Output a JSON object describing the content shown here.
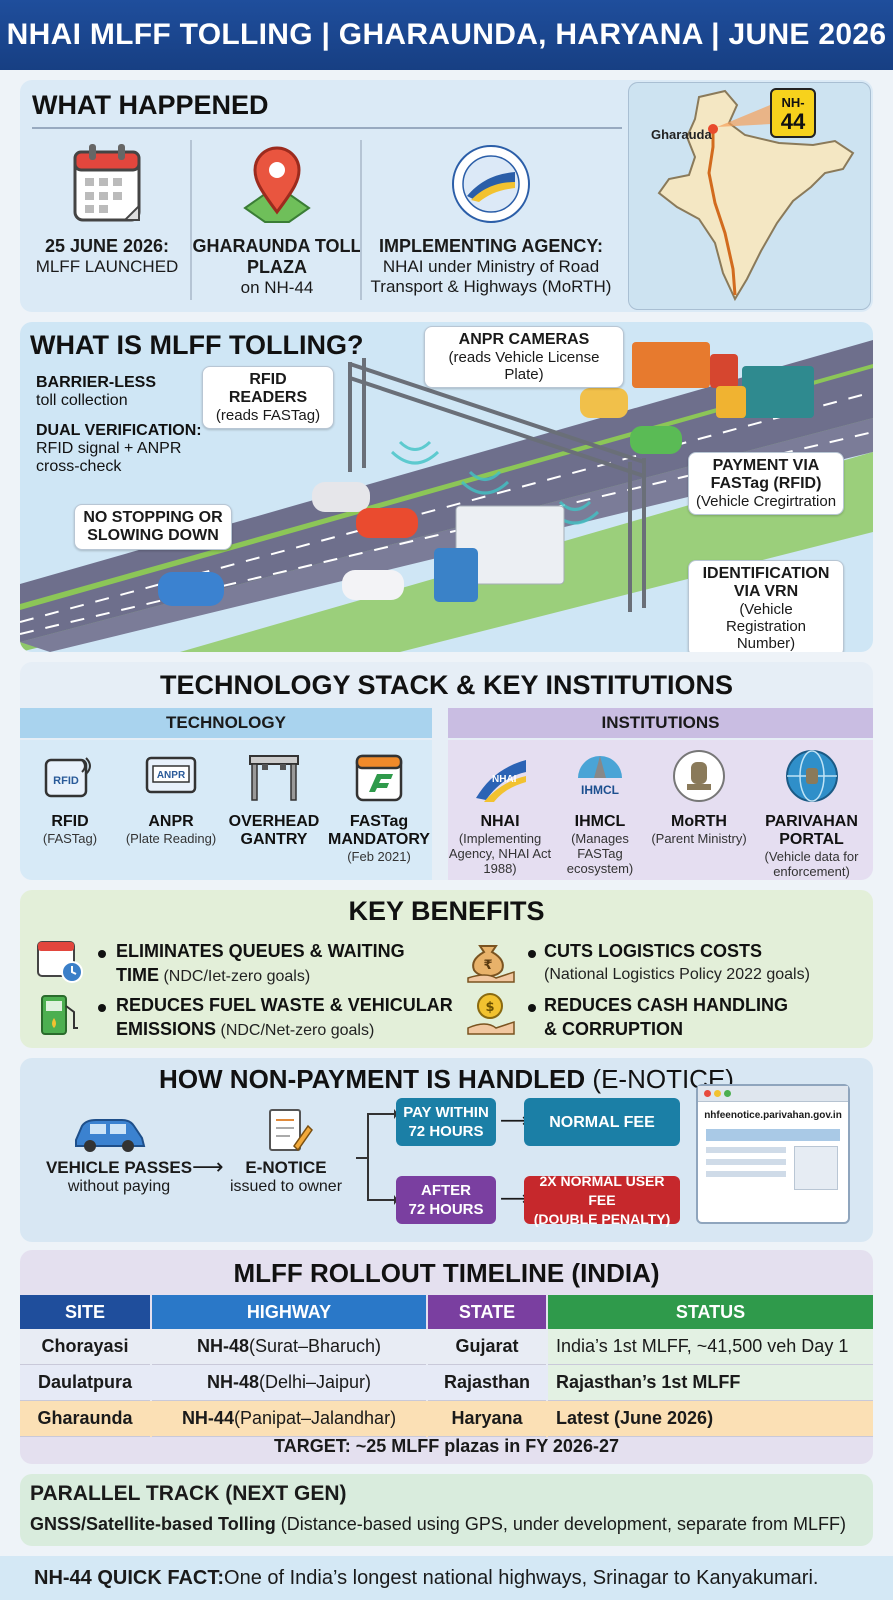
{
  "title": "NHAI MLFF TOLLING | GHARAUNDA, HARYANA | JUNE 2026",
  "what_happened": {
    "heading": "WHAT HAPPENED",
    "items": [
      {
        "strong": "25 JUNE 2026:",
        "sub": "MLFF LAUNCHED",
        "icon": "calendar-icon"
      },
      {
        "strong": "GHARAUNDA TOLL PLAZA",
        "sub": "on NH-44",
        "icon": "location-pin-icon"
      },
      {
        "strong": "IMPLEMENTING AGENCY:",
        "sub": "NHAI under Ministry of Road Transport & Highways (MoRTH)",
        "icon": "nhai-emblem-icon"
      }
    ],
    "map": {
      "city": "Gharauda",
      "badge_top": "NH-",
      "badge_num": "44"
    }
  },
  "what_is": {
    "heading": "WHAT IS MLFF TOLLING?",
    "barrier": {
      "strong": "BARRIER-LESS",
      "sub": "toll collection"
    },
    "dual": {
      "strong": "DUAL VERIFICATION:",
      "sub1": "RFID signal + ANPR",
      "sub2": "cross-check"
    },
    "no_stop": {
      "line1": "NO STOPPING OR",
      "line2": "SLOWING DOWN"
    },
    "rfid": {
      "strong": "RFID READERS",
      "sub": "(reads FASTag)"
    },
    "anpr": {
      "strong": "ANPR CAMERAS",
      "sub": "(reads Vehicle License Plate)"
    },
    "payment": {
      "line1": "PAYMENT VIA",
      "line2": "FASTag (RFID)",
      "sub": "(Vehicle Cregirtration"
    },
    "identification": {
      "line1": "IDENTIFICATION",
      "line2": "VIA VRN",
      "sub1": "(Vehicle",
      "sub2": "Registration Number)"
    }
  },
  "tech_stack": {
    "heading": "TECHNOLOGY STACK & KEY INSTITUTIONS",
    "tech_label": "TECHNOLOGY",
    "inst_label": "INSTITUTIONS",
    "technology": [
      {
        "name": "RFID",
        "sub": "(FASTag)",
        "icon_text": "RFID"
      },
      {
        "name": "ANPR",
        "sub": "(Plate Reading)",
        "icon_text": "ANPR"
      },
      {
        "name": "OVERHEAD GANTRY",
        "sub": ""
      },
      {
        "name": "FASTag MANDATORY",
        "sub": "(Feb 2021)"
      }
    ],
    "institutions": [
      {
        "name": "NHAI",
        "sub": "(Implementing Agency, NHAI Act 1988)",
        "icon_text": "NHAI"
      },
      {
        "name": "IHMCL",
        "sub": "(Manages FASTag ecosystem)",
        "icon_text": "IHMCL"
      },
      {
        "name": "MoRTH",
        "sub": "(Parent Ministry)"
      },
      {
        "name": "PARIVAHAN PORTAL",
        "sub": "(Vehicle data for enforcement)"
      }
    ]
  },
  "benefits": {
    "heading": "KEY BENEFITS",
    "items": [
      {
        "strong": "ELIMINATES QUEUES & WAITING",
        "strong2": "TIME",
        "sub": "(NDC/Iet-zero goals)"
      },
      {
        "strong": "CUTS LOGISTICS COSTS",
        "strong2": "",
        "sub": "(National Logistics Policy 2022 goals)"
      },
      {
        "strong": "REDUCES FUEL WASTE & VEHICULAR",
        "strong2": "EMISSIONS",
        "sub": "(NDC/Net-zero goals)"
      },
      {
        "strong": "REDUCES CASH HANDLING",
        "strong2": "& CORRUPTION",
        "sub": ""
      }
    ]
  },
  "non_payment": {
    "heading_bold": "HOW NON-PAYMENT IS HANDLED",
    "heading_normal": "(E-NOTICE)",
    "vehicle": {
      "strong": "VEHICLE PASSES",
      "sub": "without paying"
    },
    "enotice": {
      "strong": "E-NOTICE",
      "sub": "issued to owner"
    },
    "pay_within": {
      "line1": "PAY WITHIN",
      "line2": "72 HOURS"
    },
    "after": {
      "line1": "AFTER",
      "line2": "72 HOURS"
    },
    "normal_fee": "NORMAL FEE",
    "penalty": {
      "line1": "2X NORMAL USER FEE",
      "line2": "(DOUBLE PENALTY)"
    },
    "url": "nhfeenotice.parivahan.gov.in",
    "colors": {
      "teal": "#1b7fa6",
      "purple": "#7a3fa0",
      "red": "#c6282c"
    }
  },
  "timeline": {
    "heading": "MLFF ROLLOUT TIMELINE (INDIA)",
    "columns": [
      "SITE",
      "HIGHWAY",
      "STATE",
      "STATUS"
    ],
    "rows": [
      {
        "site": "Chorayasi",
        "hw_bold": "NH-48",
        "hw_rest": " (Surat–Bharuch)",
        "state": "Gujarat",
        "status": "India’s 1st MLFF, ~41,500 veh Day 1",
        "status_bold": false
      },
      {
        "site": "Daulatpura",
        "hw_bold": "NH-48",
        "hw_rest": " (Delhi–Jaipur)",
        "state": "Rajasthan",
        "status": "Rajasthan’s 1st MLFF",
        "status_bold": true
      },
      {
        "site": "Gharaunda",
        "hw_bold": "NH-44",
        "hw_rest": " (Panipat–Jalandhar)",
        "state": "Haryana",
        "status": "Latest (June 2026)",
        "status_bold": true
      }
    ],
    "target": "TARGET: ~25 MLFF plazas in FY 2026-27"
  },
  "parallel": {
    "heading": "PARALLEL TRACK (NEXT GEN)",
    "strong": "GNSS/Satellite-based Tolling",
    "rest": " (Distance-based using GPS, under development, separate from MLFF)"
  },
  "footer": {
    "strong": "NH-44 QUICK FACT:",
    "rest": " One of India’s longest national highways, Srinagar to Kanyakumari."
  }
}
